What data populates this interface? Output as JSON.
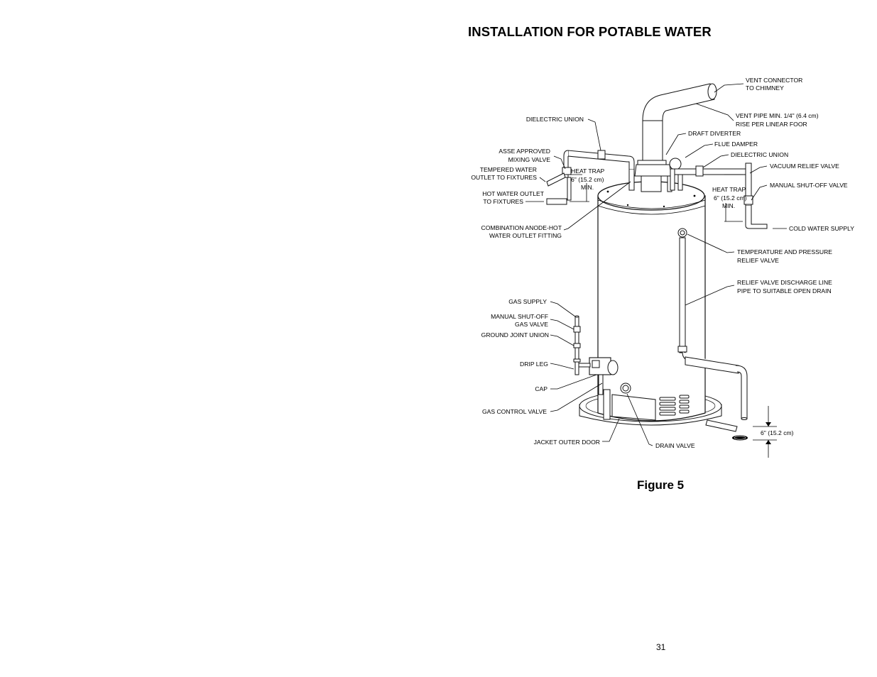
{
  "page": {
    "heading": "INSTALLATION FOR POTABLE WATER",
    "figure_caption": "Figure 5",
    "page_number": "31"
  },
  "labels": {
    "vent_connector_1": "VENT CONNECTOR",
    "vent_connector_2": "TO CHIMNEY",
    "vent_pipe_1": "VENT PIPE MIN. 1/4\"",
    "vent_pipe_1_italic": "(6.4 cm)",
    "vent_pipe_2": "RISE PER LINEAR FOOR",
    "draft_diverter": "DRAFT DIVERTER",
    "flue_damper": "FLUE DAMPER",
    "dielectric_union_right": "DIELECTRIC UNION",
    "dielectric_union_left": "DIELECTRIC UNION",
    "vacuum_relief_valve": "VACUUM RELIEF VALVE",
    "manual_shutoff_valve": "MANUAL SHUT-OFF VALVE",
    "heat_trap_right_1": "HEAT TRAP",
    "heat_trap_right_2": "6\"",
    "heat_trap_right_2_italic": "(15.2 cm)",
    "heat_trap_right_3": "MIN.",
    "heat_trap_left_1": "HEAT TRAP",
    "heat_trap_left_2": "6\"",
    "heat_trap_left_2_italic": "(15.2 cm)",
    "heat_trap_left_3": "MIN.",
    "cold_water_supply": "COLD WATER SUPPLY",
    "asse_1": "ASSE APPROVED",
    "asse_2": "MIXING VALVE",
    "tempered_1": "TEMPERED WATER",
    "tempered_2": "OUTLET TO FIXTURES",
    "hot_outlet_1": "HOT WATER OUTLET",
    "hot_outlet_2": "TO FIXTURES",
    "anode_1": "COMBINATION ANODE-HOT",
    "anode_2": "WATER OUTLET FITTING",
    "tp_valve_1": "TEMPERATURE AND PRESSURE",
    "tp_valve_2": "RELIEF VALVE",
    "discharge_1": "RELIEF VALVE DISCHARGE LINE",
    "discharge_2": "PIPE TO SUITABLE OPEN DRAIN",
    "gas_supply": "GAS SUPPLY",
    "gas_valve_1": "MANUAL SHUT-OFF",
    "gas_valve_2": "GAS VALVE",
    "ground_joint": "GROUND JOINT UNION",
    "drip_leg": "DRIP LEG",
    "cap": "CAP",
    "gas_control": "GAS CONTROL VALVE",
    "jacket_door": "JACKET OUTER DOOR",
    "drain_valve": "DRAIN VALVE",
    "drain_gap": "6\"",
    "drain_gap_italic": "(15.2 cm)"
  }
}
